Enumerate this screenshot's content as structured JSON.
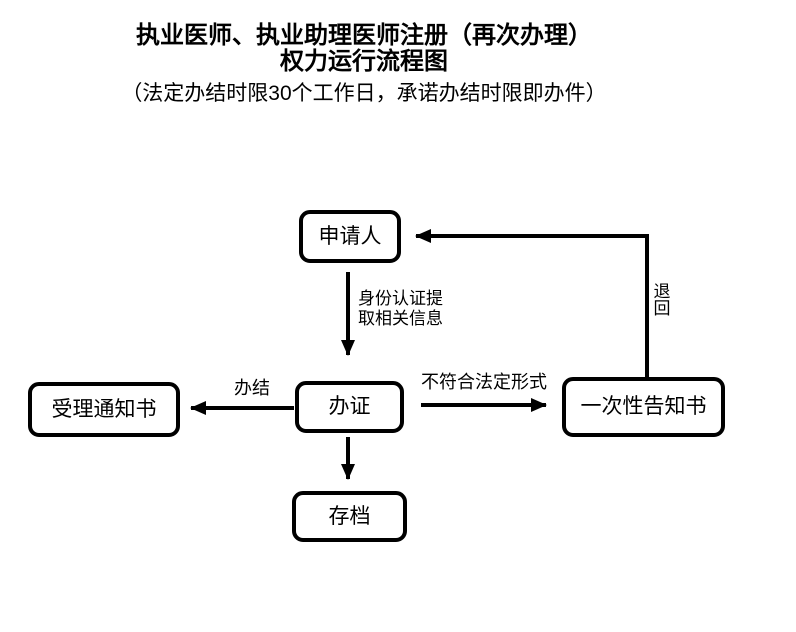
{
  "title": {
    "line1": "执业医师、执业助理医师注册（再次办理）",
    "line2": "权力运行流程图",
    "subtitle": "（法定办结时限30个工作日，承诺办结时限即办件）"
  },
  "nodes": {
    "applicant": "申请人",
    "process": "办证",
    "acceptance_notice": "受理通知书",
    "one_time_notice": "一次性告知书",
    "archive": "存档"
  },
  "edge_labels": {
    "identity_lines": [
      "身份认证提",
      "取相关信息"
    ],
    "complete": "办结",
    "not_legal_form": "不符合法定形式",
    "return_back": "退回"
  },
  "edges": [
    {
      "from": "申请人",
      "to": "办证",
      "label": "身份认证提取相关信息"
    },
    {
      "from": "办证",
      "to": "受理通知书",
      "label": "办结"
    },
    {
      "from": "办证",
      "to": "一次性告知书",
      "label": "不符合法定形式"
    },
    {
      "from": "办证",
      "to": "存档",
      "label": ""
    },
    {
      "from": "一次性告知书",
      "to": "申请人",
      "label": "退回"
    }
  ],
  "colors": {
    "stroke": "#000000",
    "text": "#000000",
    "background": "#ffffff"
  }
}
